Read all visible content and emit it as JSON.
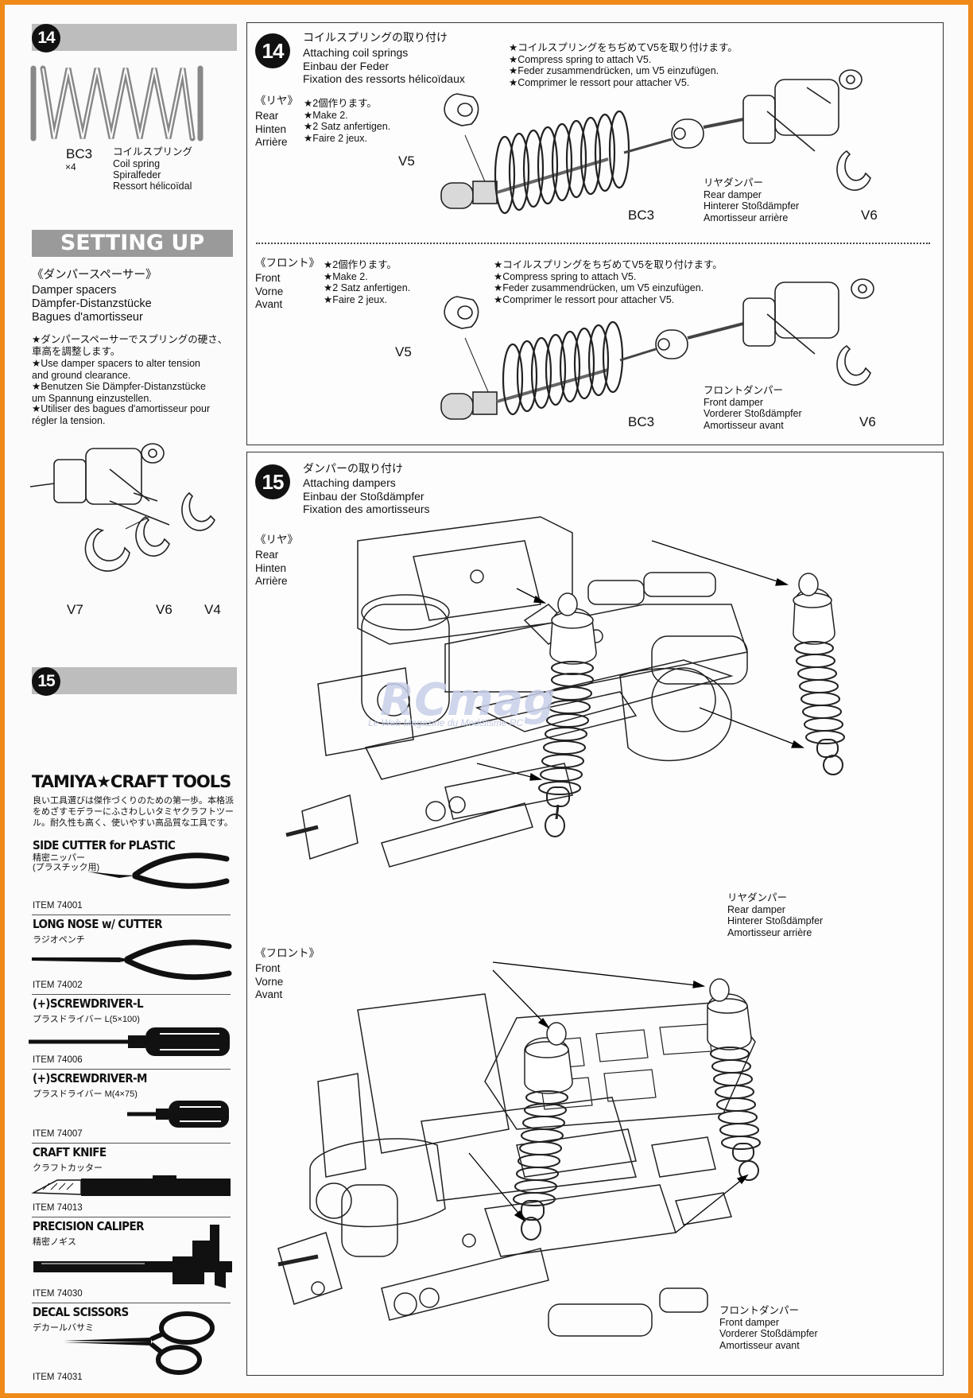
{
  "colors": {
    "frame": "#ef8a1a",
    "bar": "#bdbdbd",
    "setup": "#9a9a9a"
  },
  "left": {
    "step14_num": "14",
    "spring": {
      "code": "BC3",
      "qty": "×4",
      "jp": "コイルスプリング",
      "en": "Coil spring",
      "de": "Spiralfeder",
      "fr": "Ressort hélicoïdal"
    },
    "setting_up": "SETTING UP",
    "spacers": {
      "jp": "《ダンパースペーサー》",
      "en": "Damper spacers",
      "de": "Dämpfer-Distanzstücke",
      "fr": "Bagues d'amortisseur"
    },
    "note": {
      "jp": "★ダンパースペーサーでスプリングの硬さ、\n車高を調整します。",
      "en": "★Use damper spacers to alter tension\nand ground clearance.",
      "de": "★Benutzen Sie Dämpfer-Distanzstücke\num Spannung einzustellen.",
      "fr": "★Utiliser des bagues d'amortisseur pour\nrégler la tension."
    },
    "spacer_labels": [
      "V7",
      "V6",
      "V4"
    ],
    "step15_num": "15"
  },
  "tools": {
    "title": "TAMIYA★CRAFT TOOLS",
    "intro": "良い工具選びは傑作づくりのための第一歩。本格派\nをめざすモデラーにふさわしいタミヤクラフトツー\nル。耐久性も高く、使いやすい高品質な工具です。",
    "items": [
      {
        "name": "SIDE CUTTER for PLASTIC",
        "jp": "精密ニッパー\n(プラスチック用)",
        "item": "ITEM 74001",
        "icon": "side-cutter-icon"
      },
      {
        "name": "LONG NOSE w/ CUTTER",
        "jp": "ラジオペンチ",
        "item": "ITEM 74002",
        "icon": "long-nose-pliers-icon"
      },
      {
        "name": "(+)SCREWDRIVER-L",
        "jp": "プラスドライバー L(5×100)",
        "item": "ITEM 74006",
        "icon": "screwdriver-icon"
      },
      {
        "name": "(+)SCREWDRIVER-M",
        "jp": "プラスドライバー M(4×75)",
        "item": "ITEM 74007",
        "icon": "screwdriver-icon"
      },
      {
        "name": "CRAFT KNIFE",
        "jp": "クラフトカッター",
        "item": "ITEM 74013",
        "icon": "craft-knife-icon"
      },
      {
        "name": "PRECISION CALIPER",
        "jp": "精密ノギス",
        "item": "ITEM 74030",
        "icon": "caliper-icon"
      },
      {
        "name": "DECAL SCISSORS",
        "jp": "デカールバサミ",
        "item": "ITEM 74031",
        "icon": "scissors-icon"
      }
    ]
  },
  "step14": {
    "num": "14",
    "title_jp": "コイルスプリングの取り付け",
    "title_en": "Attaching coil springs",
    "title_de": "Einbau der Feder",
    "title_fr": "Fixation des ressorts hélicoïdaux",
    "rear": {
      "jp": "《リヤ》",
      "en": "Rear",
      "de": "Hinten",
      "fr": "Arrière",
      "make": "★2個作ります。\n★Make 2.\n★2 Satz anfertigen.\n★Faire 2 jeux.",
      "instr": "★コイルスプリングをちぢめてV5を取り付けます。\n★Compress spring to attach V5.\n★Feder zusammendrücken, um V5 einzufügen.\n★Comprimer le ressort pour attacher V5.",
      "damper": "リヤダンパー\nRear damper\nHinterer Stoßdämpfer\nAmortisseur arrière"
    },
    "front": {
      "jp": "《フロント》",
      "en": "Front",
      "de": "Vorne",
      "fr": "Avant",
      "make": "★2個作ります。\n★Make 2.\n★2 Satz anfertigen.\n★Faire 2 jeux.",
      "instr": "★コイルスプリングをちぢめてV5を取り付けます。\n★Compress spring to attach V5.\n★Feder zusammendrücken, um V5 einzufügen.\n★Comprimer le ressort pour attacher V5.",
      "damper": "フロントダンパー\nFront damper\nVorderer Stoßdämpfer\nAmortisseur avant"
    },
    "labels": {
      "v5": "V5",
      "bc3": "BC3",
      "v6": "V6"
    }
  },
  "step15": {
    "num": "15",
    "title_jp": "ダンパーの取り付け",
    "title_en": "Attaching dampers",
    "title_de": "Einbau der Stoßdämpfer",
    "title_fr": "Fixation des amortisseurs",
    "rear": {
      "jp": "《リヤ》",
      "en": "Rear",
      "de": "Hinten",
      "fr": "Arrière",
      "damper": "リヤダンパー\nRear damper\nHinterer Stoßdämpfer\nAmortisseur arrière"
    },
    "front": {
      "jp": "《フロント》",
      "en": "Front",
      "de": "Vorne",
      "fr": "Avant",
      "damper": "フロントダンパー\nFront damper\nVorderer Stoßdämpfer\nAmortisseur avant"
    }
  },
  "watermark": {
    "logo": "RCmag",
    "tagline": "Le Web Magazine du Modélisme RC"
  }
}
